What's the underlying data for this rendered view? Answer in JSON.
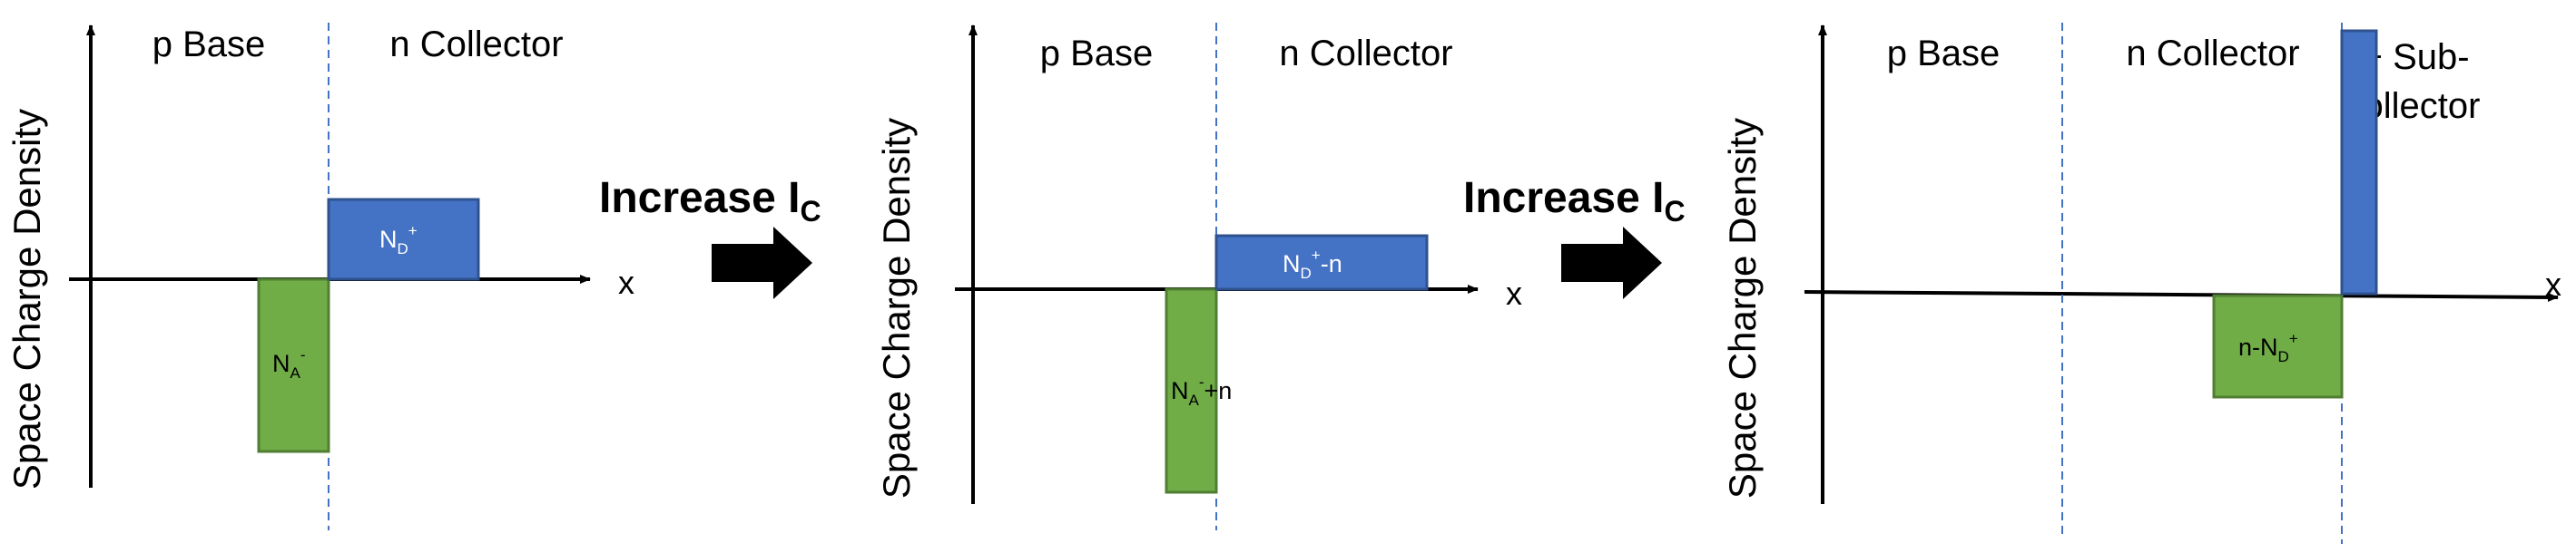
{
  "panels": [
    {
      "ylabel": "Space Charge Density",
      "x_label": "x",
      "regions": [
        "p Base",
        "n Collector"
      ],
      "green_block": {
        "label": "N",
        "sub": "A",
        "sup": "-",
        "tail": ""
      },
      "blue_block": {
        "label": "N",
        "sub": "D",
        "sup": "+",
        "tail": ""
      }
    },
    {
      "ylabel": "Space Charge Density",
      "x_label": "x",
      "regions": [
        "p Base",
        "n Collector"
      ],
      "green_block": {
        "label": "N",
        "sub": "A",
        "sup": "-",
        "tail": "+n"
      },
      "blue_block": {
        "label": "N",
        "sub": "D",
        "sup": "+",
        "tail": "-n"
      }
    },
    {
      "ylabel": "Space Charge Density",
      "x_label": "x",
      "regions": [
        "p Base",
        "n Collector",
        "n+ Sub-",
        "collector"
      ],
      "green_block": {
        "label": "n-N",
        "sub": "D",
        "sup": "+",
        "tail": ""
      },
      "blue_block": {
        "label": "",
        "sub": "",
        "sup": "",
        "tail": ""
      }
    }
  ],
  "transitions": [
    {
      "text": "Increase I",
      "sub": "C"
    },
    {
      "text": "Increase I",
      "sub": "C"
    }
  ],
  "colors": {
    "green_fill": "#70ad47",
    "green_stroke": "#507e32",
    "blue_fill": "#4472c4",
    "blue_stroke": "#2f528f",
    "divider": "#4472c4",
    "axis": "#000000"
  }
}
